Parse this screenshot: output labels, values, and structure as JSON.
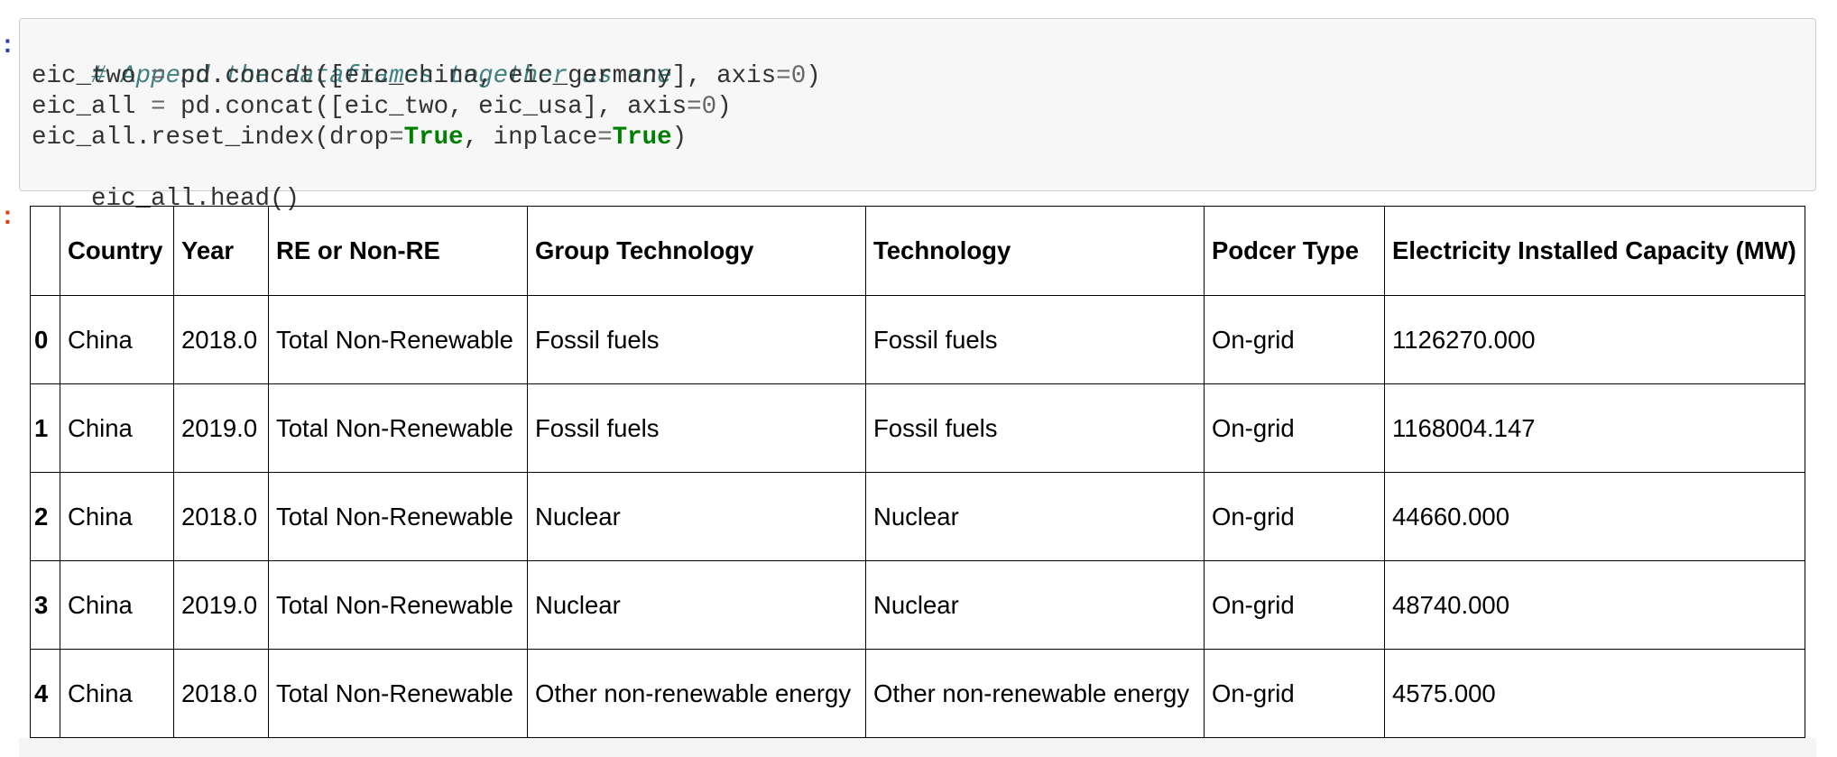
{
  "notebook": {
    "input_prompt": ":",
    "output_prompt": ":"
  },
  "code_cell": {
    "lines": [
      [
        {
          "t": "# Append the dataframes together as one",
          "c": "comment"
        }
      ],
      [
        {
          "t": "eic_two ",
          "c": ""
        },
        {
          "t": "=",
          "c": "op"
        },
        {
          "t": " pd.concat([eic_china, eic_germany], axis",
          "c": ""
        },
        {
          "t": "=",
          "c": "op"
        },
        {
          "t": "0",
          "c": "num"
        },
        {
          "t": ")",
          "c": ""
        }
      ],
      [
        {
          "t": "eic_all ",
          "c": ""
        },
        {
          "t": "=",
          "c": "op"
        },
        {
          "t": " pd.concat([eic_two, eic_usa], axis",
          "c": ""
        },
        {
          "t": "=",
          "c": "op"
        },
        {
          "t": "0",
          "c": "num"
        },
        {
          "t": ")",
          "c": ""
        }
      ],
      [
        {
          "t": "eic_all.reset_index(drop",
          "c": ""
        },
        {
          "t": "=",
          "c": "op"
        },
        {
          "t": "True",
          "c": "kw"
        },
        {
          "t": ", inplace",
          "c": ""
        },
        {
          "t": "=",
          "c": "op"
        },
        {
          "t": "True",
          "c": "kw"
        },
        {
          "t": ")",
          "c": ""
        }
      ],
      [
        {
          "t": "eic_all.head()",
          "c": ""
        }
      ]
    ]
  },
  "table": {
    "columns": [
      "",
      "Country",
      "Year",
      "RE or Non-RE",
      "Group Technology",
      "Technology",
      "Podcer Type",
      "Electricity Installed Capacity (MW)"
    ],
    "rows": [
      {
        "index": "0",
        "cells": [
          "China",
          "2018.0",
          "Total Non-Renewable",
          "Fossil fuels",
          "Fossil fuels",
          "On-grid",
          "1126270.000"
        ]
      },
      {
        "index": "1",
        "cells": [
          "China",
          "2019.0",
          "Total Non-Renewable",
          "Fossil fuels",
          "Fossil fuels",
          "On-grid",
          "1168004.147"
        ]
      },
      {
        "index": "2",
        "cells": [
          "China",
          "2018.0",
          "Total Non-Renewable",
          "Nuclear",
          "Nuclear",
          "On-grid",
          "44660.000"
        ]
      },
      {
        "index": "3",
        "cells": [
          "China",
          "2019.0",
          "Total Non-Renewable",
          "Nuclear",
          "Nuclear",
          "On-grid",
          "48740.000"
        ]
      },
      {
        "index": "4",
        "cells": [
          "China",
          "2018.0",
          "Total Non-Renewable",
          "Other non-renewable energy",
          "Other non-renewable energy",
          "On-grid",
          "4575.000"
        ]
      }
    ]
  }
}
